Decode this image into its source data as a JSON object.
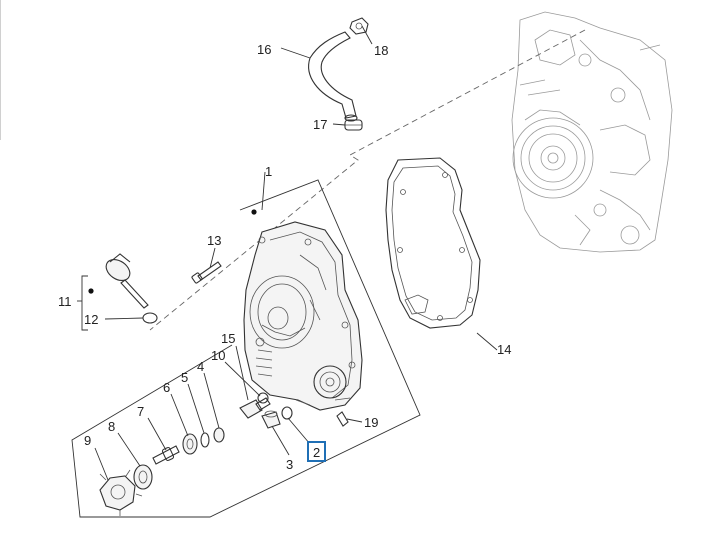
{
  "labels": {
    "p1": "1",
    "p2": "2",
    "p3": "3",
    "p4": "4",
    "p5": "5",
    "p6": "6",
    "p7": "7",
    "p8": "8",
    "p9": "9",
    "p10": "10",
    "p11": "11",
    "p12": "12",
    "p13": "13",
    "p14": "14",
    "p15": "15",
    "p16": "16",
    "p17": "17",
    "p18": "18",
    "p19": "19"
  },
  "selected_part": "2",
  "colors": {
    "highlight_border": "#1f6fb5",
    "line": "#333333",
    "engine_line": "#9a9a9a"
  }
}
